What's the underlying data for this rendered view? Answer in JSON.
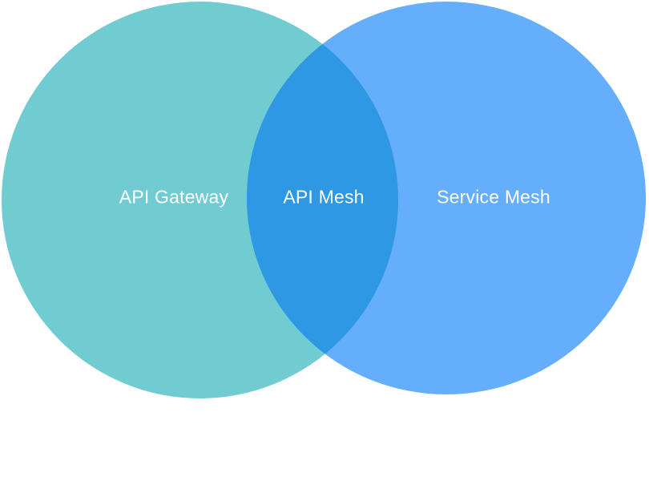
{
  "diagram": {
    "type": "venn-diagram",
    "background_color": "#ffffff",
    "label_text_color": "#ffffff",
    "left_set": {
      "label": "API Gateway",
      "color": "#71ccd2"
    },
    "right_set": {
      "label": "Service Mesh",
      "color": "#64aefb"
    },
    "intersection": {
      "label": "API Mesh",
      "color": "#2f98e4"
    }
  }
}
